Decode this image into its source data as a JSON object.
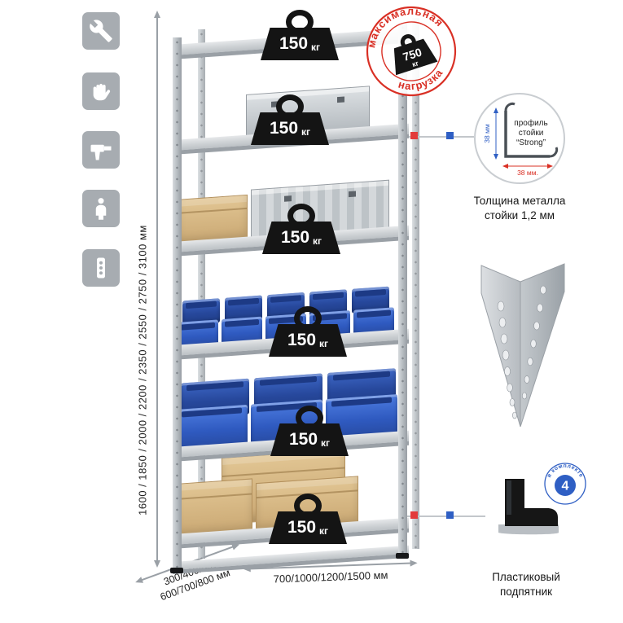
{
  "colors": {
    "red": "#d93025",
    "blue": "#2f5fc4",
    "gray": "#a7acb1",
    "metal": "#bcc1c5",
    "bin_blue": "#2f5ac0",
    "cardboard": "#d4b074"
  },
  "sidebar": {
    "icons": [
      {
        "name": "wrench-icon"
      },
      {
        "name": "gloves-icon"
      },
      {
        "name": "drill-icon"
      },
      {
        "name": "person-icon"
      },
      {
        "name": "level-icon"
      }
    ]
  },
  "dimensions": {
    "height": "1600 / 1850 / 2000 / 2200 / 2350 / 2550 / 2750 / 3100 мм",
    "width": "700/1000/1200/1500 мм",
    "depth_line1": "300/400/500",
    "depth_line2": "600/700/800 мм"
  },
  "shelf_load": {
    "value": "150",
    "unit": "кг"
  },
  "max_load": {
    "arc_top": "максимальная",
    "arc_bottom": "нагрузка",
    "value": "750",
    "unit": "кг"
  },
  "profile_detail": {
    "label_line1": "профиль",
    "label_line2": "стойки",
    "label_line3": "“Strong”",
    "dim_vertical": "38 мм",
    "dim_horizontal": "38 мм.",
    "caption_line1": "Толщина металла",
    "caption_line2": "стойки 1,2 мм"
  },
  "foot_detail": {
    "badge_value": "4",
    "badge_text": "в комплекте",
    "caption_line1": "Пластиковый",
    "caption_line2": "подпятник"
  }
}
